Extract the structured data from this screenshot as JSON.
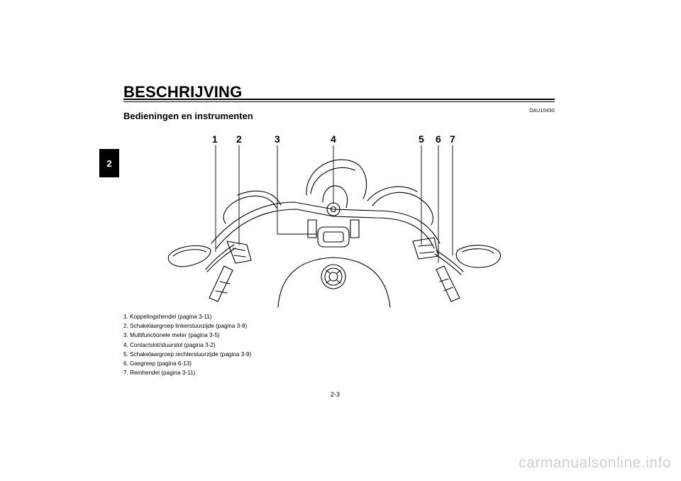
{
  "page": {
    "chapter_title": "BESCHRIJVING",
    "chapter_tab": "2",
    "section_code": "DAU10430",
    "section_title": "Bedieningen en instrumenten",
    "page_number": "2-3",
    "watermark": "carmanualsonline.info"
  },
  "diagram": {
    "callouts": [
      "1",
      "2",
      "3",
      "4",
      "5",
      "6",
      "7"
    ]
  },
  "legend": [
    "1.  Koppelingshendel (pagina 3-11)",
    "2.  Schakelaargroep linkerstuurzijde (pagina 3-9)",
    "3.  Multifunctionele meter (pagina 3-5)",
    "4.  Contactslot/stuurslot (pagina 3-2)",
    "5.  Schakelaargroep rechterstuurzijde (pagina 3-9)",
    "6.  Gasgreep (pagina 6-13)",
    "7.  Remhendel (pagina 3-11)"
  ]
}
